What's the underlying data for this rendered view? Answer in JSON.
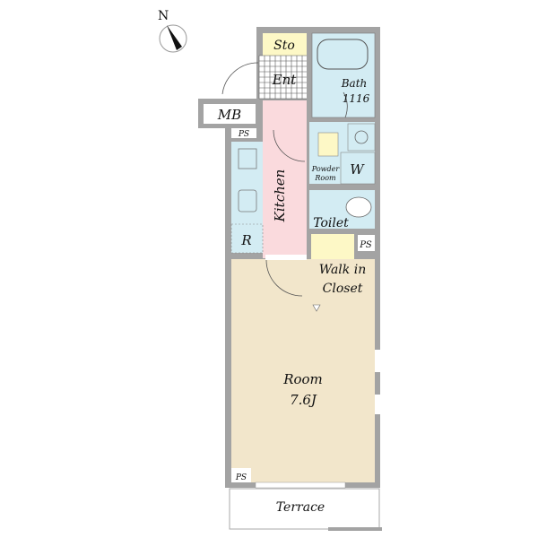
{
  "compass": {
    "label": "N",
    "icon": "north-arrow-icon"
  },
  "rooms": {
    "storage": "Sto",
    "entrance": "Ent",
    "bath": "Bath",
    "bath_size": "1116",
    "meter_box": "MB",
    "pipe_space_1": "PS",
    "kitchen": "Kitchen",
    "refrigerator": "R",
    "powder_room_line1": "Powder",
    "powder_room_line2": "Room",
    "washer": "W",
    "toilet": "Toilet",
    "pipe_space_2": "PS",
    "closet_line1": "Walk in",
    "closet_line2": "Closet",
    "room": "Room",
    "room_size": "7.6J",
    "pipe_space_3": "PS",
    "terrace": "Terrace"
  },
  "colors": {
    "wall": "#a3a3a3",
    "storage": "#fdf8c6",
    "wet": "#d3ecf3",
    "kitchen": "#fadadd",
    "room": "#f2e6cb"
  }
}
